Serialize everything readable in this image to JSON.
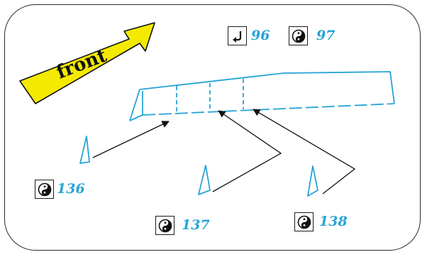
{
  "direction_arrow": {
    "label": "front",
    "fill_color": "#f4ea00"
  },
  "colors": {
    "part_line": "#27a4d6",
    "leader_line": "#111111",
    "number": "#27a4d6"
  },
  "callouts": [
    {
      "id": "96",
      "number": "96",
      "icon": "fold-arrow-icon"
    },
    {
      "id": "97",
      "number": "97",
      "icon": "yin-yang-icon"
    },
    {
      "id": "136",
      "number": "136",
      "icon": "yin-yang-icon"
    },
    {
      "id": "137",
      "number": "137",
      "icon": "yin-yang-icon"
    },
    {
      "id": "138",
      "number": "138",
      "icon": "yin-yang-icon"
    }
  ]
}
